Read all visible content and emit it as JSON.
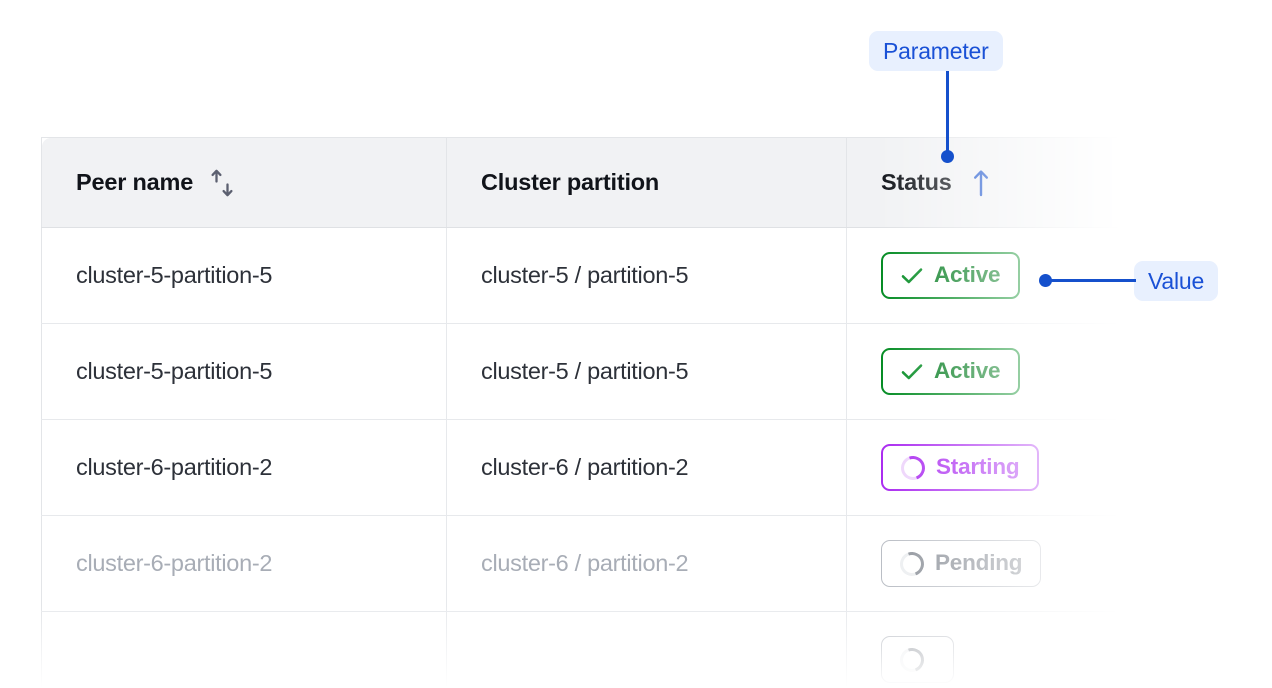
{
  "table": {
    "columns": [
      {
        "id": "peer-name",
        "label": "Peer name",
        "sort_icon": "sort-both-icon",
        "sort_state": "none"
      },
      {
        "id": "cluster-partition",
        "label": "Cluster partition",
        "sort_icon": null,
        "sort_state": "none"
      },
      {
        "id": "status",
        "label": "Status",
        "sort_icon": "sort-ascending-icon",
        "sort_state": "ascending"
      }
    ],
    "rows": [
      {
        "peer_name": "cluster-5-partition-5",
        "cluster_partition": "cluster-5 / partition-5",
        "status": "Active",
        "status_kind": "active",
        "status_icon": "check-icon",
        "faded": false
      },
      {
        "peer_name": "cluster-5-partition-5",
        "cluster_partition": "cluster-5 / partition-5",
        "status": "Active",
        "status_kind": "active",
        "status_icon": "check-icon",
        "faded": false
      },
      {
        "peer_name": "cluster-6-partition-2",
        "cluster_partition": "cluster-6 / partition-2",
        "status": "Starting",
        "status_kind": "starting",
        "status_icon": "spinner-icon",
        "faded": false
      },
      {
        "peer_name": "cluster-6-partition-2",
        "cluster_partition": "cluster-6 / partition-2",
        "status": "Pending",
        "status_kind": "pending",
        "status_icon": "spinner-icon",
        "faded": true
      },
      {
        "peer_name": "",
        "cluster_partition": "",
        "status": "",
        "status_kind": "pending",
        "status_icon": "spinner-icon",
        "faded": true
      }
    ]
  },
  "annotations": [
    {
      "id": "parameter",
      "label": "Parameter",
      "points_to": "status-column-header"
    },
    {
      "id": "value",
      "label": "Value",
      "points_to": "status-cell-row-1"
    }
  ],
  "colors": {
    "accent_blue": "#1550cc",
    "badge_bg": "#e8f0fe",
    "badge_text": "#1a51d6",
    "status_active": "#007a1c",
    "status_starting": "#a927f0",
    "status_pending": "#8c9199",
    "header_bg": "#f1f2f4",
    "border": "#e7e9ec",
    "text_primary": "#2d3139",
    "text_muted": "#a8adb6"
  }
}
